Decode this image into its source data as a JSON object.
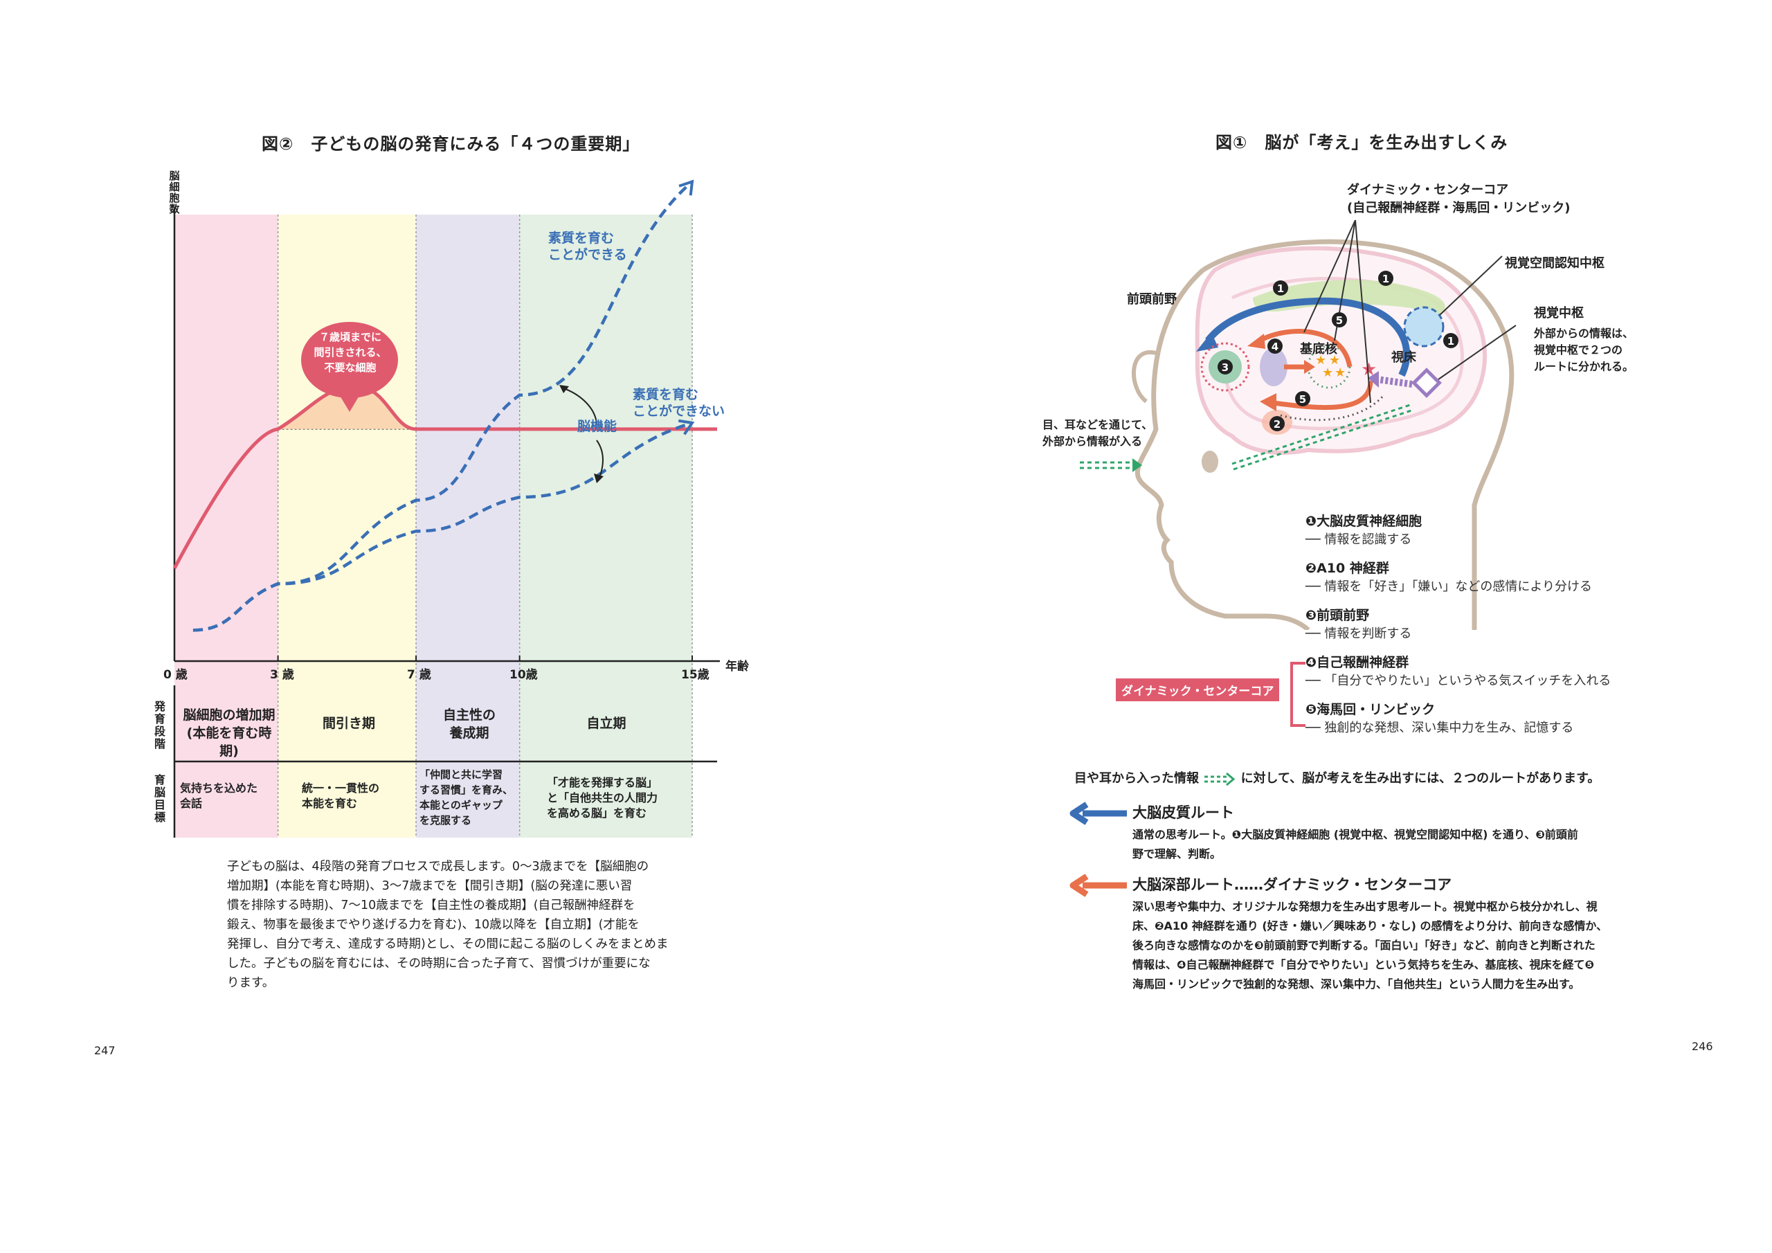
{
  "left_page": {
    "title": "図②　子どもの脳の発育にみる「４つの重要期」",
    "y_axis_label": "脳細胞数",
    "x_axis_label": "年齢",
    "ticks": [
      "0 歳",
      "3 歳",
      "7 歳",
      "10歳",
      "15歳"
    ],
    "row1_label": "発育段階",
    "row2_label": "育脳目標",
    "stages": [
      {
        "name_l1": "脳細胞の増加期",
        "name_l2": "(本能を育む時期)",
        "goal_l1": "気持ちを込めた",
        "goal_l2": "会話",
        "goal_l3": "",
        "goal_l4": ""
      },
      {
        "name_l1": "間引き期",
        "name_l2": "",
        "goal_l1": "統一・一貫性の",
        "goal_l2": "本能を育む",
        "goal_l3": "",
        "goal_l4": ""
      },
      {
        "name_l1": "自主性の",
        "name_l2": "養成期",
        "goal_l1": "「仲間と共に学習",
        "goal_l2": "する習慣」を育み、",
        "goal_l3": "本能とのギャップ",
        "goal_l4": "を克服する"
      },
      {
        "name_l1": "自立期",
        "name_l2": "",
        "goal_l1": "「才能を発揮する脳」",
        "goal_l2": "と「自他共生の人間力",
        "goal_l3": "を高める脳」を育む",
        "goal_l4": ""
      }
    ],
    "callout_l1": "７歳頃までに",
    "callout_l2": "間引きされる、",
    "callout_l3": "不要な細胞",
    "note_upper_l1": "素質を育む",
    "note_upper_l2": "ことができる",
    "note_lower_l1": "素質を育む",
    "note_lower_l2": "ことができない",
    "note_function": "脳機能",
    "caption": [
      "子どもの脳は、4段階の発育プロセスで成長します。0〜3歳までを【脳細胞の",
      "増加期】(本能を育む時期)、3〜7歳までを【間引き期】(脳の発達に悪い習",
      "慣を排除する時期)、7〜10歳までを【自主性の養成期】(自己報酬神経群を",
      "鍛え、物事を最後までやり遂げる力を育む)、10歳以降を【自立期】(才能を",
      "発揮し、自分で考え、達成する時期)とし、その間に起こる脳のしくみをまとめま",
      "した。子どもの脳を育むには、その時期に合った子育て、習慣づけが重要にな",
      "ります。"
    ],
    "page_number": "247"
  },
  "chart_data": {
    "type": "line",
    "title": "図②　子どもの脳の発育にみる「４つの重要期」",
    "xlabel": "年齢",
    "ylabel": "脳細胞数",
    "x": [
      0,
      3,
      7,
      10,
      15
    ],
    "xlim": [
      0,
      15
    ],
    "series": [
      {
        "name": "",
        "style": "solid",
        "color": "#e05a6e",
        "values": [
          0.3,
          0.75,
          0.75,
          0.75,
          0.75
        ]
      },
      {
        "name": "素質を育む ことができる",
        "style": "dashed",
        "color": "#3a6fb6",
        "values": [
          0.1,
          0.25,
          0.52,
          0.86,
          1.55
        ]
      },
      {
        "name": "素質を育む ことができない",
        "style": "dashed",
        "color": "#3a6fb6",
        "values": [
          0.1,
          0.25,
          0.42,
          0.53,
          0.77
        ]
      }
    ],
    "bands": [
      {
        "from": 0,
        "to": 3,
        "color": "#fbdde8"
      },
      {
        "from": 3,
        "to": 7,
        "color": "#fdfbdc"
      },
      {
        "from": 7,
        "to": 10,
        "color": "#e6e3f1"
      },
      {
        "from": 10,
        "to": 15,
        "color": "#e3f0e3"
      }
    ],
    "grid": false
  },
  "right_page": {
    "title": "図①　脳が「考え」を生み出すしくみ",
    "dyn_core_l1": "ダイナミック・センターコア",
    "dyn_core_l2": "(自己報酬神経群・海馬回・リンビック)",
    "label_prefrontal": "前頭前野",
    "label_visual_spatial": "視覚空間認知中枢",
    "label_visual_center": "視覚中枢",
    "label_visual_desc_l1": "外部からの情報は、",
    "label_visual_desc_l2": "視覚中枢で２つの",
    "label_visual_desc_l3": "ルートに分かれる。",
    "label_basal": "基底核",
    "label_thalamus": "視床",
    "label_input_l1": "目、耳などを通じて、",
    "label_input_l2": "外部から情報が入る",
    "num1": "1",
    "num2": "2",
    "num3": "3",
    "num4": "4",
    "num5": "5",
    "legend": [
      {
        "num": "❶",
        "head": "大脳皮質神経細胞",
        "desc": "── 情報を認識する"
      },
      {
        "num": "❷",
        "head": "A10 神経群",
        "desc": "── 情報を「好き」「嫌い」などの感情により分ける"
      },
      {
        "num": "❸",
        "head": "前頭前野",
        "desc": "── 情報を判断する"
      },
      {
        "num": "❹",
        "head": "自己報酬神経群",
        "desc": "── 「自分でやりたい」というやる気スイッチを入れる"
      },
      {
        "num": "❺",
        "head": "海馬回・リンビック",
        "desc": "── 独創的な発想、深い集中力を生み、記憶する"
      }
    ],
    "dyn_badge": "ダイナミック・センターコア",
    "intro_a": "目や耳から入った情報",
    "intro_b": "に対して、脳が考えを生み出すには、２つのルートがあります。",
    "route1_title": "大脳皮質ルート",
    "route1_l1": "通常の思考ルート。❶大脳皮質神経細胞 (視覚中枢、視覚空間認知中枢) を通り、❸前頭前",
    "route1_l2": "野で理解、判断。",
    "route2_title": "大脳深部ルート……ダイナミック・センターコア",
    "route2_lines": [
      "深い思考や集中力、オリジナルな発想力を生み出す思考ルート。視覚中枢から枝分かれし、視",
      "床、❷A10 神経群を通り (好き・嫌い／興味あり・なし) の感情をより分け、前向きな感情か、",
      "後ろ向きな感情なのかを❸前頭前野で判断する。「面白い」「好き」など、前向きと判断された",
      "情報は、❹自己報酬神経群で「自分でやりたい」という気持ちを生み、基底核、視床を経て❺",
      "海馬回・リンビックで独創的な発想、深い集中力、「自他共生」という人間力を生み出す。"
    ],
    "page_number": "246"
  },
  "colors": {
    "blue": "#3a6fb6",
    "red": "#e05a6e",
    "orange": "#e8704a",
    "pink_band": "#fbdde8",
    "yellow_band": "#fdfbdc",
    "lavender_band": "#e6e3f1",
    "green_band": "#e3f0e3",
    "badge": "#e05a6e"
  }
}
